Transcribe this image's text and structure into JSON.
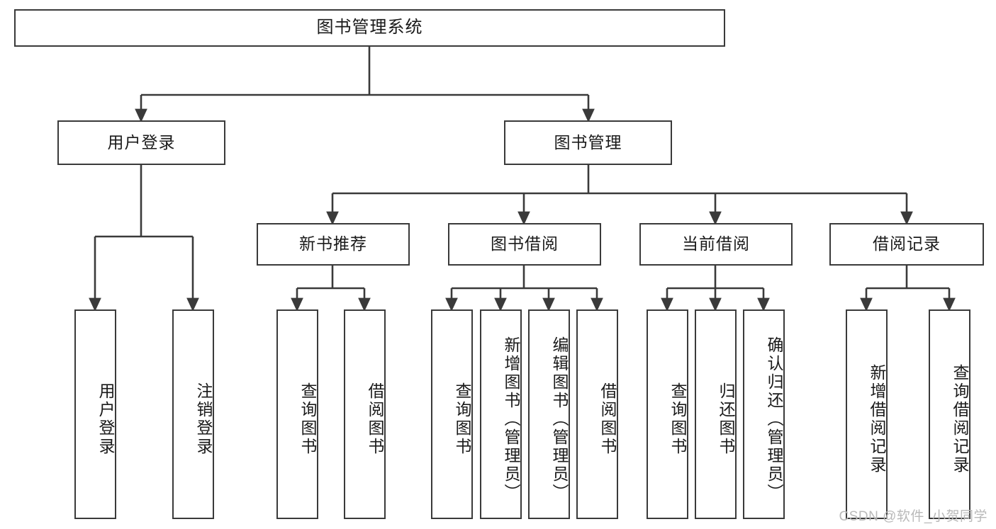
{
  "diagram": {
    "title": "图书管理系统",
    "type": "functional-structure-tree",
    "watermark": "CSDN @软件_小贺同学",
    "colors": {
      "box_border": "#3a3a3a",
      "box_fill": "#ffffff",
      "connector": "#3a3a3a",
      "text": "#1a1a1a",
      "watermark": "#b9b9b9",
      "background": "#ffffff"
    },
    "levels": {
      "root": {
        "label": "图书管理系统"
      },
      "level2": [
        {
          "label": "用户登录"
        },
        {
          "label": "图书管理"
        }
      ],
      "level3": [
        {
          "label": "新书推荐"
        },
        {
          "label": "图书借阅"
        },
        {
          "label": "当前借阅"
        },
        {
          "label": "借阅记录"
        }
      ],
      "leaves": {
        "user_login": [
          {
            "label": "用户登录"
          },
          {
            "label": "注销登录"
          }
        ],
        "new_book_recommend": [
          {
            "label": "查询图书"
          },
          {
            "label": "借阅图书"
          }
        ],
        "book_borrow": [
          {
            "label": "查询图书"
          },
          {
            "label": "新增图书（管理员）"
          },
          {
            "label": "编辑图书（管理员）"
          },
          {
            "label": "借阅图书"
          }
        ],
        "current_borrow": [
          {
            "label": "查询图书"
          },
          {
            "label": "归还图书"
          },
          {
            "label": "确认归还（管理员）"
          }
        ],
        "borrow_record": [
          {
            "label": "新增借阅记录"
          },
          {
            "label": "查询借阅记录"
          }
        ]
      }
    }
  }
}
